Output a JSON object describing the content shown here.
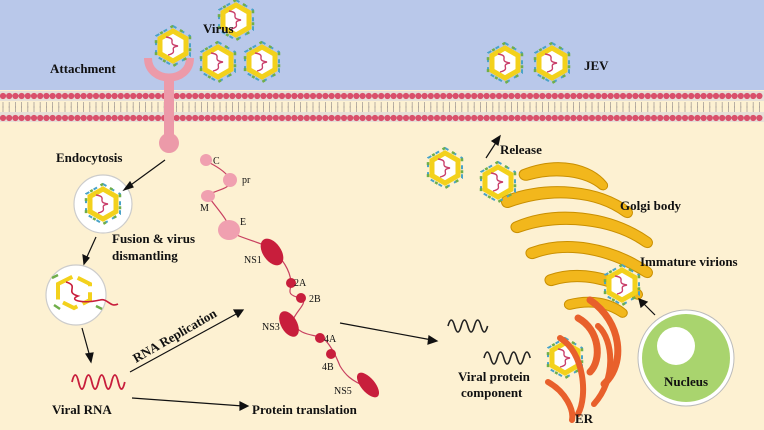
{
  "colors": {
    "extracellular": "#b9c8ea",
    "cytoplasm": "#fdf1d2",
    "membrane_head": "#d9506b",
    "receptor": "#ec9aa9",
    "polyprotein_light": "#f0a0b0",
    "polyprotein_dark": "#c81e3c",
    "golgi": "#f2b71c",
    "golgi_edge": "#c98f00",
    "er": "#e8602c",
    "nucleus_outer": "#a9d46e",
    "virus_shell": "#f3d11c",
    "virus_spike_green": "#6fae4a",
    "virus_spike_blue": "#4aa3c8"
  },
  "labels": {
    "virus": "Virus",
    "attachment": "Attachment",
    "endocytosis": "Endocytosis",
    "fusion_line1": "Fusion & virus",
    "fusion_line2": "dismantling",
    "viral_rna": "Viral RNA",
    "rna_replication": "RNA Replication",
    "protein_translation": "Protein translation",
    "jev": "JEV",
    "release": "Release",
    "golgi_body": "Golgi body",
    "immature_virions": "Immature virions",
    "viral_protein_line1": "Viral protein",
    "viral_protein_line2": "component",
    "nucleus": "Nucleus",
    "er": "ER"
  },
  "polyprotein": {
    "c": "C",
    "pr": "pr",
    "m": "M",
    "e": "E",
    "ns1": "NS1",
    "2a": "2A",
    "2b": "2B",
    "ns3": "NS3",
    "4a": "4A",
    "4b": "4B",
    "ns5": "NS5"
  }
}
